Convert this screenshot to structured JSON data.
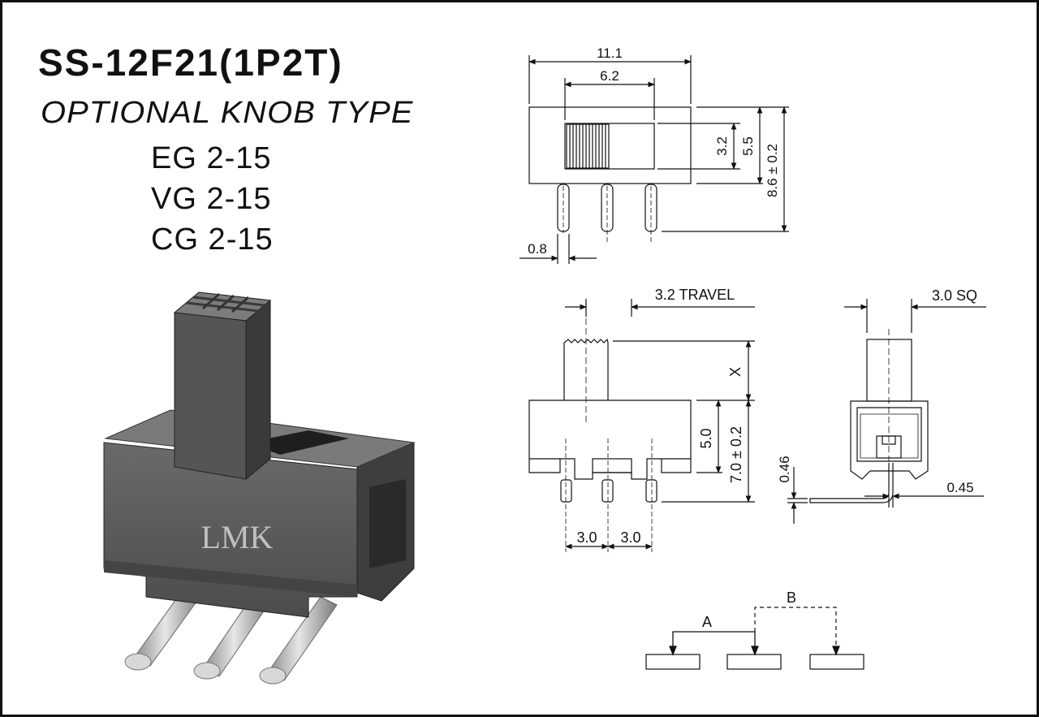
{
  "header": {
    "model": "SS-12F21(1P2T)",
    "subtitle": "OPTIONAL KNOB TYPE",
    "knob_types": [
      "EG 2-15",
      "VG 2-15",
      "CG 2-15"
    ]
  },
  "photo": {
    "brand": "LMK"
  },
  "top_view": {
    "dim_overall_width": "11.1",
    "dim_slot_width": "6.2",
    "dim_slot_height": "3.2",
    "dim_body_height": "5.5",
    "dim_total_height": "8.6 ± 0.2",
    "dim_pin_width": "0.8"
  },
  "front_view": {
    "dim_travel": "3.2  TRAVEL",
    "dim_actuator": "X",
    "dim_body": "5.0",
    "dim_overall": "7.0 ± 0.2",
    "dim_pitch_left": "3.0",
    "dim_pitch_right": "3.0"
  },
  "side_view": {
    "dim_square": "3.0  SQ",
    "dim_thickness": "0.46",
    "dim_pin": "0.45"
  },
  "circuit": {
    "label_a": "A",
    "label_b": "B"
  },
  "colors": {
    "ink": "#111111",
    "body": "#5a5a5a",
    "pin": "#b8b8b8"
  }
}
